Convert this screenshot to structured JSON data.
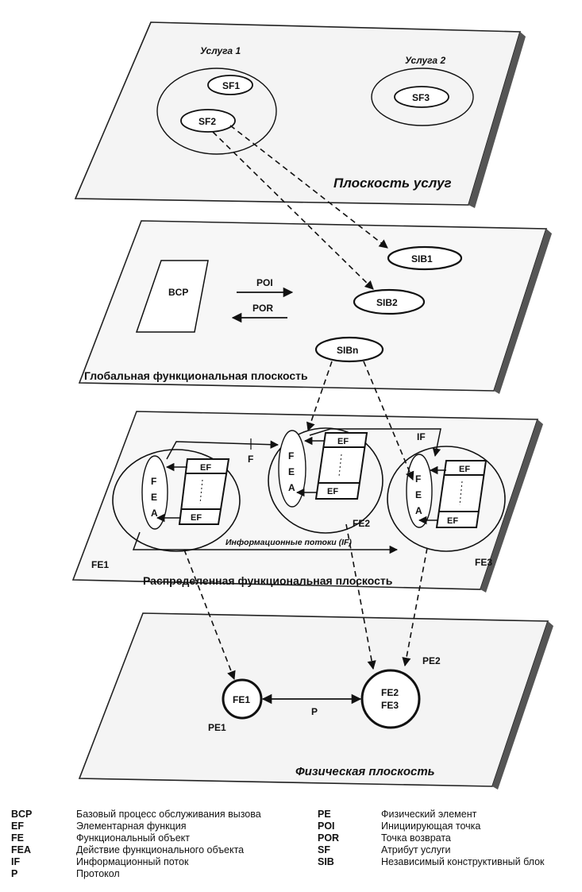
{
  "service_plane": {
    "label": "Плоскость услуг",
    "service1": "Услуга 1",
    "service2": "Услуга 2",
    "sf1": "SF1",
    "sf2": "SF2",
    "sf3": "SF3"
  },
  "global_plane": {
    "label": "Глобальная функциональная плоскость",
    "bcp": "BCP",
    "poi": "POI",
    "por": "POR",
    "sib1": "SIB1",
    "sib2": "SIB2",
    "sibn": "SIBn"
  },
  "distributed_plane": {
    "label": "Распределенная функциональная плоскость",
    "flows_label": "Информационные потоки (IF)",
    "f_label": "F",
    "if_label": "IF",
    "fe1": "FE1",
    "fe2": "FE2",
    "fe3": "FE3",
    "fea_f": "F",
    "fea_e": "E",
    "fea_a": "A",
    "ef": "EF"
  },
  "physical_plane": {
    "label": "Физическая плоскость",
    "fe1": "FE1",
    "fe2": "FE2",
    "fe3": "FE3",
    "p": "P",
    "pe1": "PE1",
    "pe2": "PE2"
  },
  "legend": {
    "left": [
      {
        "abbr": "BCP",
        "desc": "Базовый процесс обслуживания вызова"
      },
      {
        "abbr": "EF",
        "desc": "Элементарная функция"
      },
      {
        "abbr": "FE",
        "desc": "Функциональный объект"
      },
      {
        "abbr": "FEA",
        "desc": "Действие функционального объекта"
      },
      {
        "abbr": "IF",
        "desc": "Информационный поток"
      },
      {
        "abbr": "P",
        "desc": "Протокол"
      }
    ],
    "right": [
      {
        "abbr": "PE",
        "desc": "Физический элемент"
      },
      {
        "abbr": "POI",
        "desc": "Инициирующая точка"
      },
      {
        "abbr": "POR",
        "desc": "Точка возврата"
      },
      {
        "abbr": "SF",
        "desc": "Атрибут услуги"
      },
      {
        "abbr": "SIB",
        "desc": "Независимый конструктивный блок"
      }
    ]
  }
}
